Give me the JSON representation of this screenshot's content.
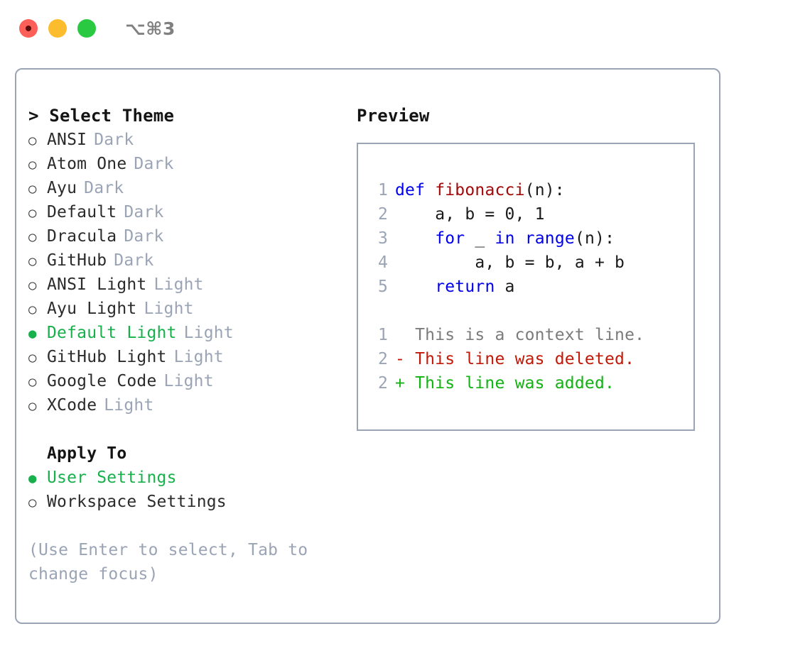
{
  "titlebar": {
    "shortcut": "⌥⌘3",
    "buttons": [
      {
        "name": "close",
        "color": "#fc5f57"
      },
      {
        "name": "minimize",
        "color": "#fdbc2d"
      },
      {
        "name": "maximize",
        "color": "#29ca41"
      }
    ]
  },
  "theme_picker": {
    "header": "> Select Theme",
    "selected_marker": "●",
    "unselected_marker": "○",
    "selected_color": "#17b04b",
    "tag_color": "#9aa4b5",
    "items": [
      {
        "marker": "○",
        "label": "ANSI",
        "tag": "Dark",
        "selected": false
      },
      {
        "marker": "○",
        "label": "Atom One",
        "tag": "Dark",
        "selected": false
      },
      {
        "marker": "○",
        "label": "Ayu",
        "tag": "Dark",
        "selected": false
      },
      {
        "marker": "○",
        "label": "Default",
        "tag": "Dark",
        "selected": false
      },
      {
        "marker": "○",
        "label": "Dracula",
        "tag": "Dark",
        "selected": false
      },
      {
        "marker": "○",
        "label": "GitHub",
        "tag": "Dark",
        "selected": false
      },
      {
        "marker": "○",
        "label": "ANSI Light",
        "tag": "Light",
        "selected": false
      },
      {
        "marker": "○",
        "label": "Ayu Light",
        "tag": "Light",
        "selected": false
      },
      {
        "marker": "●",
        "label": "Default Light",
        "tag": "Light",
        "selected": true
      },
      {
        "marker": "○",
        "label": "GitHub Light",
        "tag": "Light",
        "selected": false
      },
      {
        "marker": "○",
        "label": "Google Code",
        "tag": "Light",
        "selected": false
      },
      {
        "marker": "○",
        "label": "XCode",
        "tag": "Light",
        "selected": false
      }
    ]
  },
  "apply_to": {
    "title": "Apply To",
    "items": [
      {
        "marker": "●",
        "label": "User Settings",
        "selected": true
      },
      {
        "marker": "○",
        "label": "Workspace Settings",
        "selected": false
      }
    ]
  },
  "hint": "(Use Enter to select, Tab to change focus)",
  "preview": {
    "title": "Preview",
    "code_lines": [
      {
        "number": "1",
        "tokens": [
          {
            "text": "def ",
            "type": "kw"
          },
          {
            "text": "fibonacci",
            "type": "fn"
          },
          {
            "text": "(n):",
            "type": "plain"
          }
        ]
      },
      {
        "number": "2",
        "tokens": [
          {
            "text": "    a, b = 0, 1",
            "type": "plain"
          }
        ]
      },
      {
        "number": "3",
        "tokens": [
          {
            "text": "    ",
            "type": "plain"
          },
          {
            "text": "for",
            "type": "kw"
          },
          {
            "text": " _ ",
            "type": "plain"
          },
          {
            "text": "in",
            "type": "kw"
          },
          {
            "text": " ",
            "type": "plain"
          },
          {
            "text": "range",
            "type": "kw"
          },
          {
            "text": "(n):",
            "type": "plain"
          }
        ]
      },
      {
        "number": "4",
        "tokens": [
          {
            "text": "        a, b = b, a + b",
            "type": "plain"
          }
        ]
      },
      {
        "number": "5",
        "tokens": [
          {
            "text": "    ",
            "type": "plain"
          },
          {
            "text": "return",
            "type": "kw"
          },
          {
            "text": " a",
            "type": "plain"
          }
        ]
      }
    ],
    "diff_lines": [
      {
        "number": "1",
        "text": "  This is a context line.",
        "type": "ctx"
      },
      {
        "number": "2",
        "text": "- This line was deleted.",
        "type": "del"
      },
      {
        "number": "2",
        "text": "+ This line was added.",
        "type": "add"
      }
    ]
  }
}
